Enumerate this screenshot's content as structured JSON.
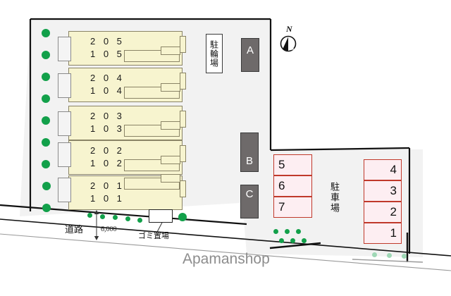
{
  "document": {
    "type": "property-site-plan",
    "watermark": "Apamanshop"
  },
  "site": {
    "lot_fill": "#f2f2f2",
    "outline_color": "#111111"
  },
  "building": {
    "name": "apartment-building",
    "fill": "#f7f4cf",
    "border": "#8a8466",
    "units": [
      {
        "upper": "2 0 5",
        "lower": "1 0 5"
      },
      {
        "upper": "2 0 4",
        "lower": "1 0 4"
      },
      {
        "upper": "2 0 3",
        "lower": "1 0 3"
      },
      {
        "upper": "2 0 2",
        "lower": "1 0 2"
      },
      {
        "upper": "2 0 1",
        "lower": "1 0 1"
      }
    ]
  },
  "facilities": {
    "bicycle_parking_label": "駐輪場",
    "car_parking_label": "駐車場",
    "garbage_label": "ゴミ置場",
    "road_label": "道路",
    "road_width": "6,000"
  },
  "grey_blocks": [
    {
      "label": "A"
    },
    {
      "label": "B"
    },
    {
      "label": "C"
    }
  ],
  "parking": {
    "accent": "#c0392b",
    "fill": "#fdeef2",
    "west_stalls": [
      {
        "number": "5"
      },
      {
        "number": "6"
      },
      {
        "number": "7"
      }
    ],
    "east_stalls": [
      {
        "number": "4"
      },
      {
        "number": "3"
      },
      {
        "number": "2"
      },
      {
        "number": "1"
      }
    ]
  },
  "compass": {
    "label": "N"
  },
  "legend": {
    "tree_dot_color": "#12a04a"
  }
}
